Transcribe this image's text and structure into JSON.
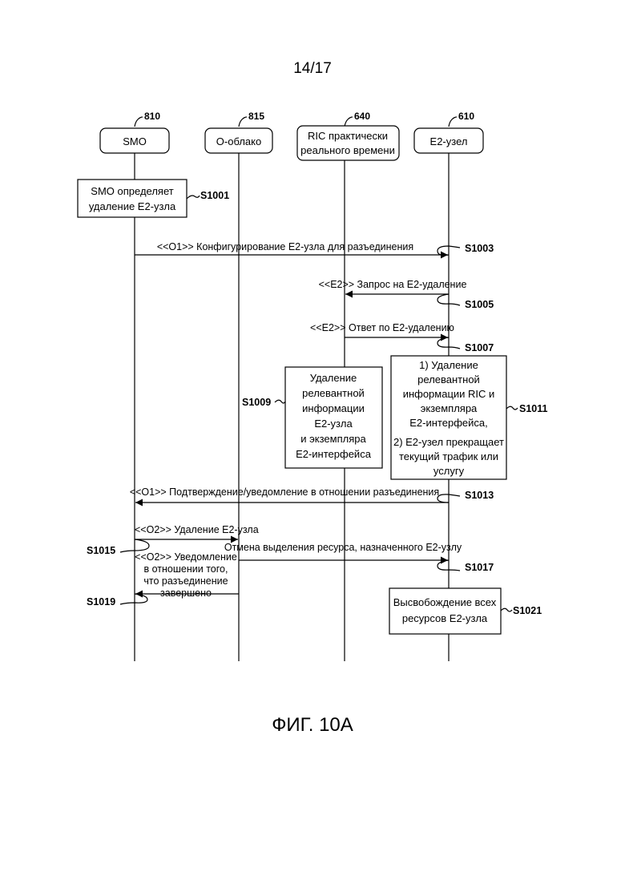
{
  "page_number": "14/17",
  "figure_caption": "ФИГ. 10A",
  "entities": [
    {
      "id": "smo",
      "ref": "810",
      "label": [
        "SMO"
      ]
    },
    {
      "id": "ocloud",
      "ref": "815",
      "label": [
        "O-облако"
      ]
    },
    {
      "id": "ric",
      "ref": "640",
      "label": [
        "RIC практически",
        "реального времени"
      ]
    },
    {
      "id": "e2node",
      "ref": "610",
      "label": [
        "E2-узел"
      ]
    }
  ],
  "process_boxes": [
    {
      "id": "s1001",
      "step": "S1001",
      "lines": [
        "SMO определяет",
        "удаление E2-узла"
      ]
    },
    {
      "id": "s1009",
      "step": "S1009",
      "lines": [
        "Удаление",
        "релевантной",
        "информации",
        "E2-узла",
        "и экземпляра",
        "E2-интерфейса"
      ]
    },
    {
      "id": "s1011",
      "step": "S1011",
      "lines": [
        "1) Удаление",
        "релевантной",
        "информации RIC и",
        "экземпляра",
        "E2-интерфейса,",
        "2) E2-узел прекращает",
        "текущий трафик или",
        "услугу"
      ]
    },
    {
      "id": "s1021",
      "step": "S1021",
      "lines": [
        "Высвобождение всех",
        "ресурсов E2-узла"
      ]
    }
  ],
  "messages": [
    {
      "id": "s1003",
      "step": "S1003",
      "label": [
        "<<O1>> Конфигурирование E2-узла для разъединения"
      ]
    },
    {
      "id": "s1005",
      "step": "S1005",
      "label": [
        "<<E2>> Запрос на E2-удаление"
      ]
    },
    {
      "id": "s1007",
      "step": "S1007",
      "label": [
        "<<E2>> Ответ по E2-удалению"
      ]
    },
    {
      "id": "s1013",
      "step": "S1013",
      "label": [
        "<<O1>> Подтверждение/уведомление в отношении разъединения"
      ]
    },
    {
      "id": "s1015",
      "step": "S1015",
      "label": [
        "<<O2>> Удаление E2-узла"
      ]
    },
    {
      "id": "s1017",
      "step": "S1017",
      "label": [
        "Отмена выделения ресурса, назначенного E2-узлу"
      ]
    },
    {
      "id": "s1019",
      "step": "S1019",
      "label": [
        "<<O2>> Уведомление",
        "в отношении того,",
        "что разъединение",
        "завершено"
      ]
    }
  ]
}
